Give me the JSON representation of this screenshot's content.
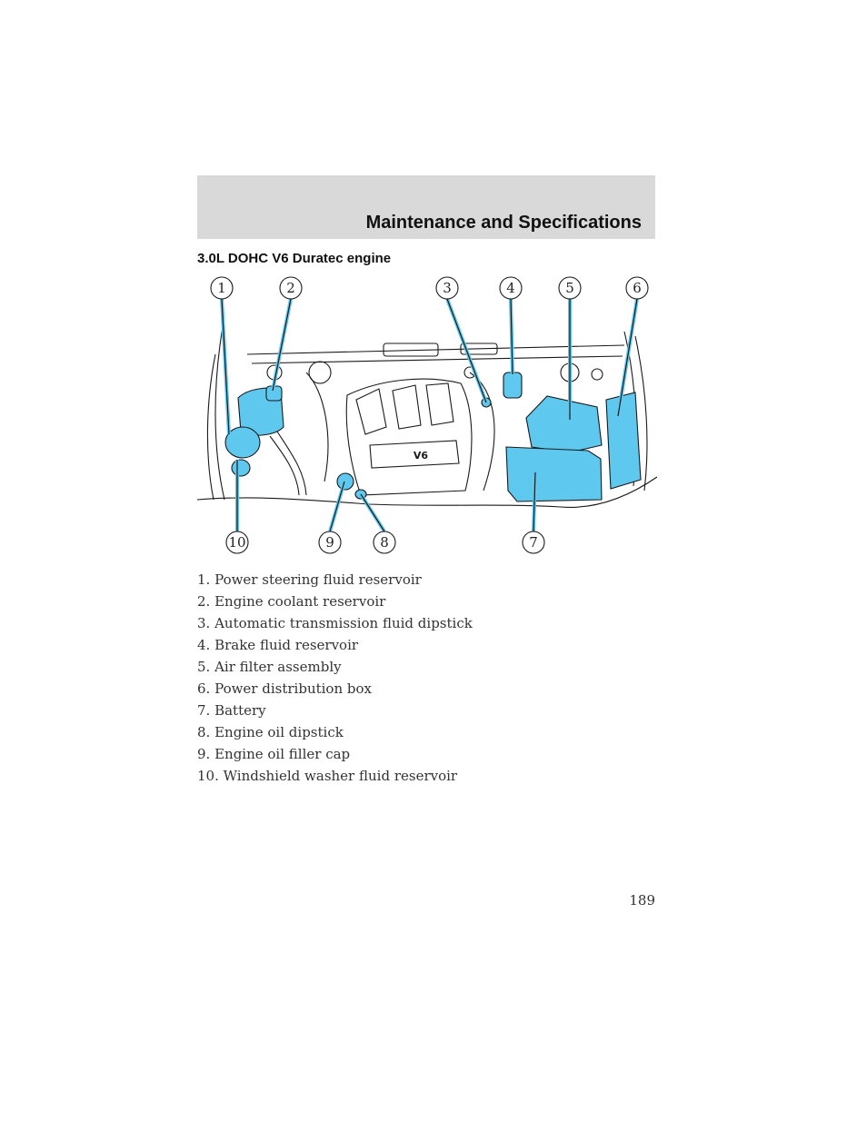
{
  "header": {
    "title": "Maintenance and Specifications"
  },
  "section": {
    "heading": "3.0L DOHC V6 Duratec engine"
  },
  "diagram": {
    "callouts_top": [
      "1",
      "2",
      "3",
      "4",
      "5",
      "6"
    ],
    "callouts_bottom": [
      "10",
      "9",
      "8",
      "7"
    ],
    "engine_badge": "V6",
    "highlight_color": "#5ec8ee",
    "line_color": "#1a1a1a"
  },
  "legend": {
    "items": [
      "1. Power steering fluid reservoir",
      "2. Engine coolant reservoir",
      "3. Automatic transmission fluid dipstick",
      "4. Brake fluid reservoir",
      "5. Air filter assembly",
      "6. Power distribution box",
      "7. Battery",
      "8. Engine oil dipstick",
      "9. Engine oil filler cap",
      "10. Windshield washer fluid reservoir"
    ]
  },
  "footer": {
    "page_number": "189"
  }
}
